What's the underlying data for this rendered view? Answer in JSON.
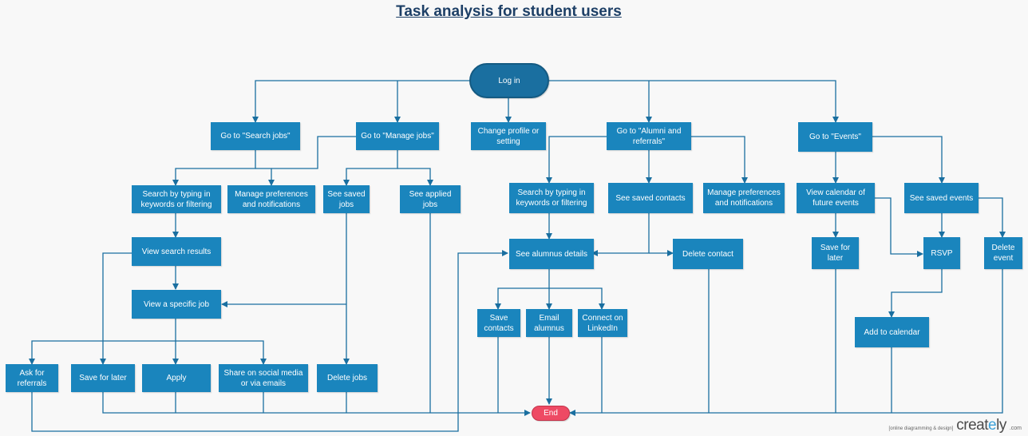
{
  "title": "Task analysis for student users",
  "nodes": {
    "login": "Log in",
    "search_jobs": "Go to \"Search jobs\"",
    "manage_jobs": "Go to \"Manage jobs\"",
    "change_profile": "Change profile or\nsetting",
    "alumni_referrals": "Go to \"Alumni and\nreferrals\"",
    "events": "Go to \"Events\"",
    "job_search_typing": "Search by typing in\nkeywords or filtering",
    "job_manage_prefs": "Manage preferences\nand notifications",
    "saved_jobs": "See saved\njobs",
    "applied_jobs": "See applied\njobs",
    "alumni_search_typing": "Search by typing in\nkeywords or filtering",
    "saved_contacts": "See saved contacts",
    "alumni_manage_prefs": "Manage preferences\nand notifications",
    "calendar_events": "View calendar of\nfuture events",
    "saved_events": "See saved events",
    "view_results": "View search results",
    "alumnus_details": "See alumnus details",
    "delete_contact": "Delete contact",
    "save_event_later": "Save for\nlater",
    "rsvp": "RSVP",
    "delete_event": "Delete\nevent",
    "view_job": "View a specific job",
    "save_contacts": "Save\ncontacts",
    "email_alumnus": "Email\nalumnus",
    "connect_linkedin": "Connect on\nLinkedIn",
    "add_calendar": "Add to calendar",
    "ask_referrals": "Ask for\nreferrals",
    "save_job_later": "Save for later",
    "apply": "Apply",
    "share_social": "Share on social media\nor via emails",
    "delete_jobs": "Delete jobs",
    "end": "End"
  },
  "branding": {
    "tagline": "[online diagramming & design]",
    "name_prefix": "creat",
    "name_accent": "e",
    "name_suffix": "ly",
    "domain": ".com"
  },
  "colors": {
    "box": "#1a85bd",
    "start": "#1a6fa0",
    "end": "#ee4a64",
    "line": "#1a6fa0"
  }
}
